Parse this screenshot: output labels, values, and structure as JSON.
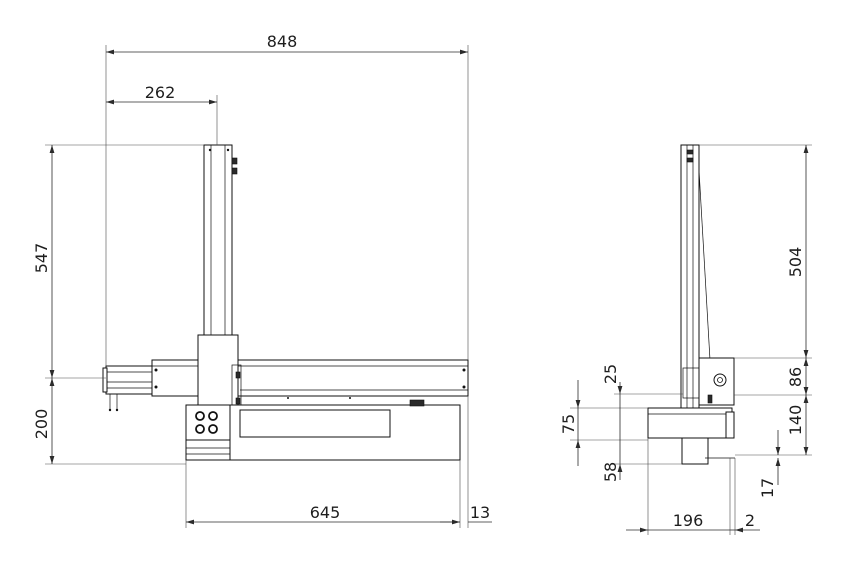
{
  "drawing": {
    "front_view": {
      "dims": {
        "overall_width": "848",
        "column_offset": "262",
        "column_height": "547",
        "base_height": "200",
        "beam_length": "645",
        "end_offset": "13"
      }
    },
    "side_view": {
      "dims": {
        "upper_height": "504",
        "carriage_height": "86",
        "lower_height": "140",
        "bottom_offset": "17",
        "top_gap": "25",
        "mid_height": "75",
        "lower_gap": "58",
        "depth": "196",
        "small_offset": "2"
      }
    }
  }
}
